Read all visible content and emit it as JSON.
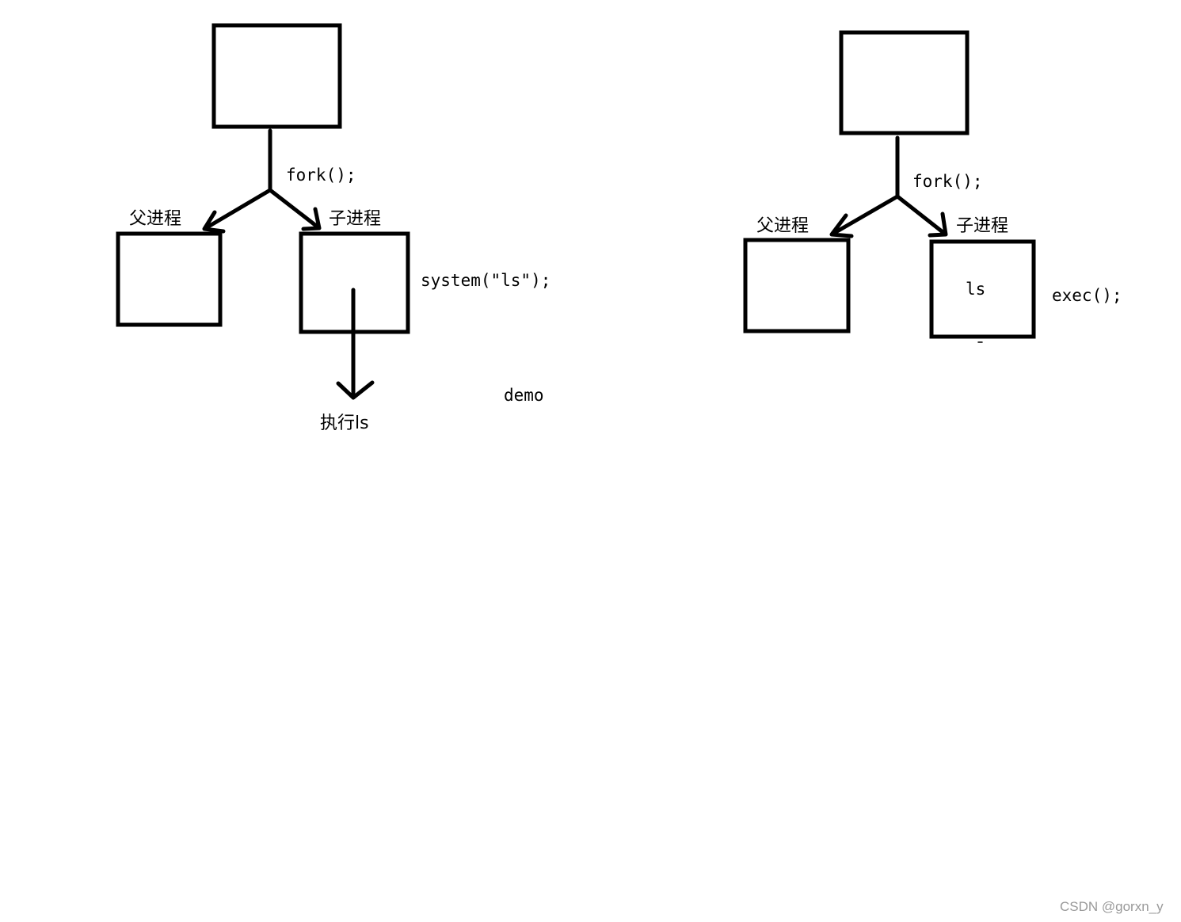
{
  "diagram_left": {
    "fork_label": "fork();",
    "parent_label": "父进程",
    "child_label": "子进程",
    "call_label": "system(\"ls\");",
    "exec_result_label": "执行ls",
    "demo_label": "demo"
  },
  "diagram_right": {
    "fork_label": "fork();",
    "parent_label": "父进程",
    "child_label": "子进程",
    "child_content_label": "ls",
    "call_label": "exec();"
  },
  "watermark": "CSDN @gorxn_y",
  "colors": {
    "stroke": "#000000",
    "background": "#ffffff",
    "watermark": "#9a9a9a"
  }
}
